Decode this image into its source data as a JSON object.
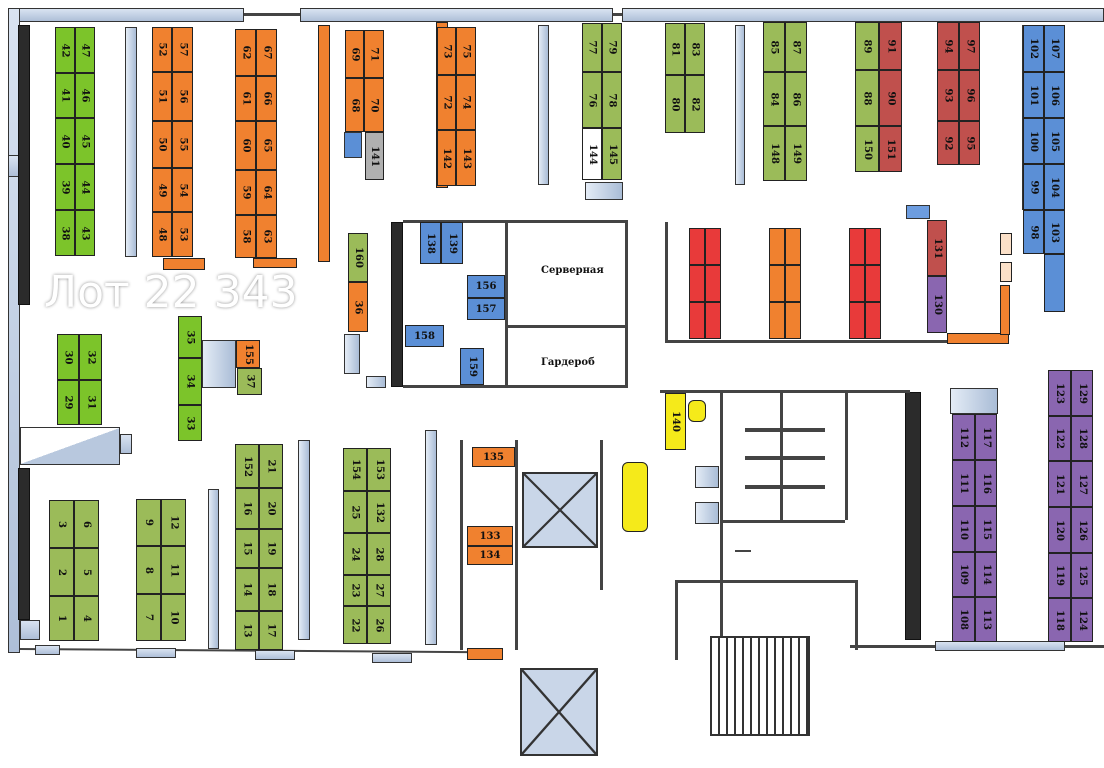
{
  "watermark": "Лот 22 343",
  "rooms": {
    "server": "Серверная",
    "wardrobe": "Гардероб"
  },
  "colors": {
    "lime": "#7cc42a",
    "green": "#9bbb59",
    "orange": "#f0812f",
    "blue": "#5b8fd6",
    "red": "#e83a3a",
    "darkred": "#c0504d",
    "purple": "#8a66b0",
    "yellow": "#f5ea1a",
    "gray": "#b0b0b0",
    "white": "#ffffff",
    "peach": "#fbe0c8"
  },
  "stalls": [
    {
      "id": "42",
      "c": "lime"
    },
    {
      "id": "47",
      "c": "lime"
    },
    {
      "id": "41",
      "c": "lime"
    },
    {
      "id": "46",
      "c": "lime"
    },
    {
      "id": "40",
      "c": "lime"
    },
    {
      "id": "45",
      "c": "lime"
    },
    {
      "id": "39",
      "c": "lime"
    },
    {
      "id": "44",
      "c": "lime"
    },
    {
      "id": "38",
      "c": "lime"
    },
    {
      "id": "43",
      "c": "lime"
    },
    {
      "id": "52",
      "c": "orange"
    },
    {
      "id": "57",
      "c": "orange"
    },
    {
      "id": "51",
      "c": "orange"
    },
    {
      "id": "56",
      "c": "orange"
    },
    {
      "id": "50",
      "c": "orange"
    },
    {
      "id": "55",
      "c": "orange"
    },
    {
      "id": "49",
      "c": "orange"
    },
    {
      "id": "54",
      "c": "orange"
    },
    {
      "id": "48",
      "c": "orange"
    },
    {
      "id": "53",
      "c": "orange"
    },
    {
      "id": "62",
      "c": "orange"
    },
    {
      "id": "67",
      "c": "orange"
    },
    {
      "id": "61",
      "c": "orange"
    },
    {
      "id": "66",
      "c": "orange"
    },
    {
      "id": "60",
      "c": "orange"
    },
    {
      "id": "65",
      "c": "orange"
    },
    {
      "id": "59",
      "c": "orange"
    },
    {
      "id": "64",
      "c": "orange"
    },
    {
      "id": "58",
      "c": "orange"
    },
    {
      "id": "63",
      "c": "orange"
    },
    {
      "id": "69",
      "c": "orange"
    },
    {
      "id": "71",
      "c": "orange"
    },
    {
      "id": "68",
      "c": "orange"
    },
    {
      "id": "70",
      "c": "orange"
    },
    {
      "id": "141",
      "c": "gray"
    },
    {
      "id": "73",
      "c": "orange"
    },
    {
      "id": "75",
      "c": "orange"
    },
    {
      "id": "72",
      "c": "orange"
    },
    {
      "id": "74",
      "c": "orange"
    },
    {
      "id": "142",
      "c": "orange"
    },
    {
      "id": "143",
      "c": "orange"
    },
    {
      "id": "77",
      "c": "green"
    },
    {
      "id": "79",
      "c": "green"
    },
    {
      "id": "76",
      "c": "green"
    },
    {
      "id": "78",
      "c": "green"
    },
    {
      "id": "144",
      "c": "white"
    },
    {
      "id": "145",
      "c": "green"
    },
    {
      "id": "81",
      "c": "green"
    },
    {
      "id": "83",
      "c": "green"
    },
    {
      "id": "80",
      "c": "green"
    },
    {
      "id": "82",
      "c": "green"
    },
    {
      "id": "85",
      "c": "green"
    },
    {
      "id": "87",
      "c": "green"
    },
    {
      "id": "84",
      "c": "green"
    },
    {
      "id": "86",
      "c": "green"
    },
    {
      "id": "148",
      "c": "green"
    },
    {
      "id": "149",
      "c": "green"
    },
    {
      "id": "89",
      "c": "green"
    },
    {
      "id": "91",
      "c": "darkred"
    },
    {
      "id": "88",
      "c": "green"
    },
    {
      "id": "90",
      "c": "darkred"
    },
    {
      "id": "150",
      "c": "green"
    },
    {
      "id": "151",
      "c": "darkred"
    },
    {
      "id": "94",
      "c": "darkred"
    },
    {
      "id": "97",
      "c": "darkred"
    },
    {
      "id": "93",
      "c": "darkred"
    },
    {
      "id": "96",
      "c": "darkred"
    },
    {
      "id": "92",
      "c": "darkred"
    },
    {
      "id": "95",
      "c": "darkred"
    },
    {
      "id": "102",
      "c": "blue"
    },
    {
      "id": "107",
      "c": "blue"
    },
    {
      "id": "101",
      "c": "blue"
    },
    {
      "id": "106",
      "c": "blue"
    },
    {
      "id": "100",
      "c": "blue"
    },
    {
      "id": "105",
      "c": "blue"
    },
    {
      "id": "99",
      "c": "blue"
    },
    {
      "id": "104",
      "c": "blue"
    },
    {
      "id": "98",
      "c": "blue"
    },
    {
      "id": "103",
      "c": "blue"
    },
    {
      "id": "131",
      "c": "darkred"
    },
    {
      "id": "130",
      "c": "purple"
    },
    {
      "id": "138",
      "c": "blue"
    },
    {
      "id": "139",
      "c": "blue"
    },
    {
      "id": "156",
      "c": "blue"
    },
    {
      "id": "157",
      "c": "blue"
    },
    {
      "id": "158",
      "c": "blue"
    },
    {
      "id": "159",
      "c": "blue"
    },
    {
      "id": "160",
      "c": "green"
    },
    {
      "id": "36",
      "c": "orange"
    },
    {
      "id": "30",
      "c": "lime"
    },
    {
      "id": "32",
      "c": "lime"
    },
    {
      "id": "29",
      "c": "lime"
    },
    {
      "id": "31",
      "c": "lime"
    },
    {
      "id": "35",
      "c": "lime"
    },
    {
      "id": "34",
      "c": "lime"
    },
    {
      "id": "33",
      "c": "lime"
    },
    {
      "id": "155",
      "c": "orange"
    },
    {
      "id": "37",
      "c": "green"
    },
    {
      "id": "3",
      "c": "green"
    },
    {
      "id": "6",
      "c": "green"
    },
    {
      "id": "2",
      "c": "green"
    },
    {
      "id": "5",
      "c": "green"
    },
    {
      "id": "1",
      "c": "green"
    },
    {
      "id": "4",
      "c": "green"
    },
    {
      "id": "9",
      "c": "green"
    },
    {
      "id": "12",
      "c": "green"
    },
    {
      "id": "8",
      "c": "green"
    },
    {
      "id": "11",
      "c": "green"
    },
    {
      "id": "7",
      "c": "green"
    },
    {
      "id": "10",
      "c": "green"
    },
    {
      "id": "152",
      "c": "green"
    },
    {
      "id": "21",
      "c": "green"
    },
    {
      "id": "16",
      "c": "green"
    },
    {
      "id": "20",
      "c": "green"
    },
    {
      "id": "15",
      "c": "green"
    },
    {
      "id": "19",
      "c": "green"
    },
    {
      "id": "14",
      "c": "green"
    },
    {
      "id": "18",
      "c": "green"
    },
    {
      "id": "13",
      "c": "green"
    },
    {
      "id": "17",
      "c": "green"
    },
    {
      "id": "154",
      "c": "green"
    },
    {
      "id": "153",
      "c": "green"
    },
    {
      "id": "25",
      "c": "green"
    },
    {
      "id": "132",
      "c": "green"
    },
    {
      "id": "24",
      "c": "green"
    },
    {
      "id": "28",
      "c": "green"
    },
    {
      "id": "23",
      "c": "green"
    },
    {
      "id": "27",
      "c": "green"
    },
    {
      "id": "22",
      "c": "green"
    },
    {
      "id": "26",
      "c": "green"
    },
    {
      "id": "135",
      "c": "orange"
    },
    {
      "id": "133",
      "c": "orange"
    },
    {
      "id": "134",
      "c": "orange"
    },
    {
      "id": "140",
      "c": "yellow"
    },
    {
      "id": "112",
      "c": "purple"
    },
    {
      "id": "117",
      "c": "purple"
    },
    {
      "id": "111",
      "c": "purple"
    },
    {
      "id": "116",
      "c": "purple"
    },
    {
      "id": "110",
      "c": "purple"
    },
    {
      "id": "115",
      "c": "purple"
    },
    {
      "id": "109",
      "c": "purple"
    },
    {
      "id": "114",
      "c": "purple"
    },
    {
      "id": "108",
      "c": "purple"
    },
    {
      "id": "113",
      "c": "purple"
    },
    {
      "id": "123",
      "c": "purple"
    },
    {
      "id": "129",
      "c": "purple"
    },
    {
      "id": "122",
      "c": "purple"
    },
    {
      "id": "128",
      "c": "purple"
    },
    {
      "id": "121",
      "c": "purple"
    },
    {
      "id": "127",
      "c": "purple"
    },
    {
      "id": "120",
      "c": "purple"
    },
    {
      "id": "126",
      "c": "purple"
    },
    {
      "id": "119",
      "c": "purple"
    },
    {
      "id": "125",
      "c": "purple"
    },
    {
      "id": "118",
      "c": "purple"
    },
    {
      "id": "124",
      "c": "purple"
    }
  ]
}
